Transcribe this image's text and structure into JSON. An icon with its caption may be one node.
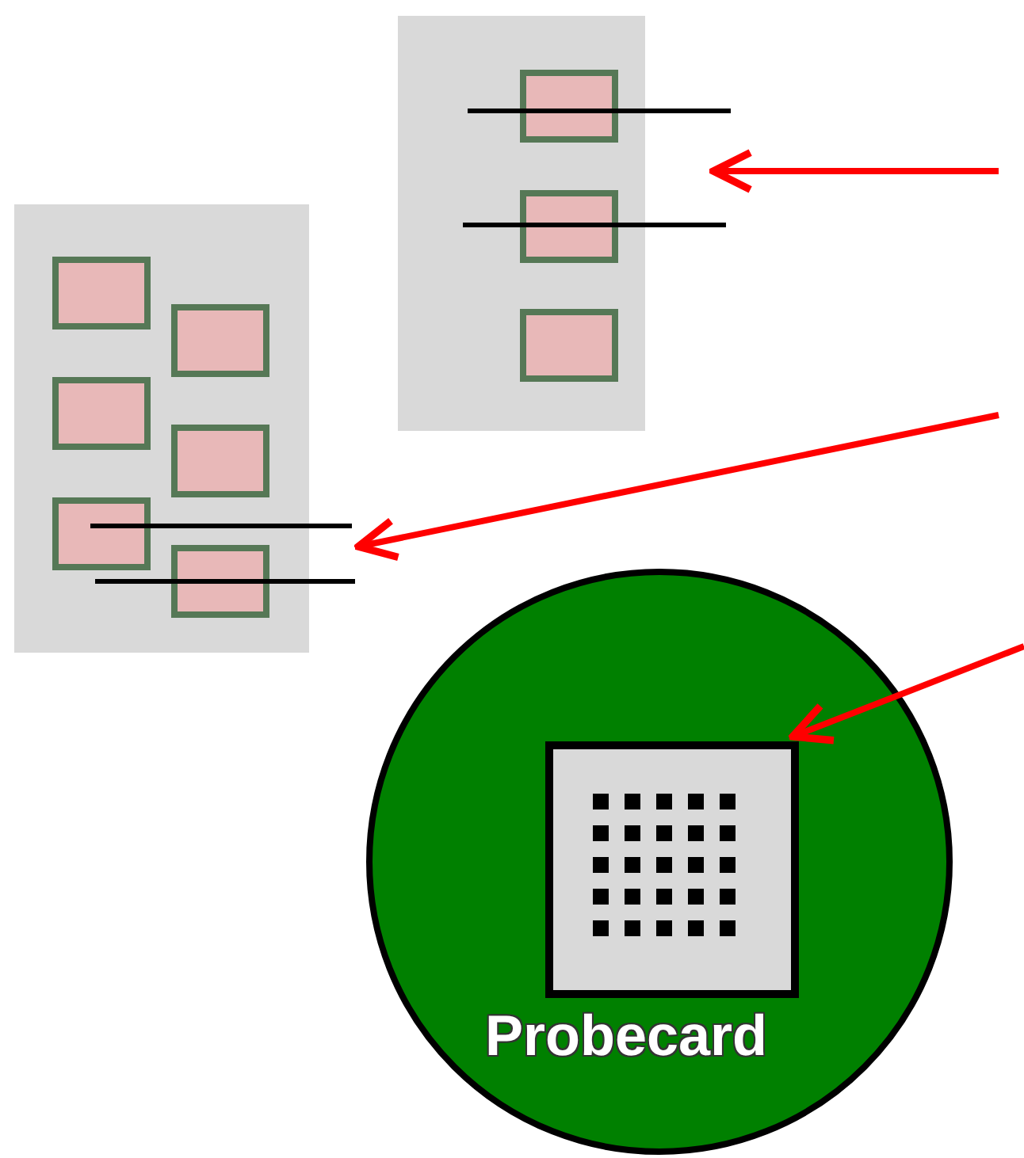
{
  "diagram": {
    "nodes": [
      {
        "text": [],
        "shape": "box"
      },
      {
        "text": [],
        "shape": "box"
      },
      {
        "text": [
          "Probecard"
        ]
      },
      {
        "text": [],
        "shape": "box",
        "in": 2
      }
    ],
    "edges": [
      {
        "from": null,
        "to": 1,
        "arrow": "to"
      },
      {
        "from": null,
        "to": 0,
        "arrow": "to"
      },
      {
        "from": null,
        "to": 3,
        "arrow": "to"
      }
    ]
  }
}
